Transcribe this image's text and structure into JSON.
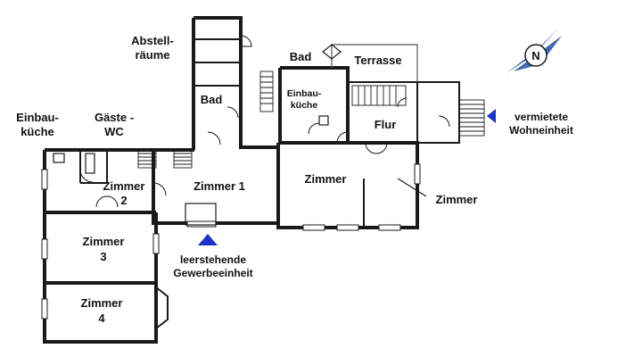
{
  "rooms": {
    "abstellraeume": [
      "Abstell-",
      "räume"
    ],
    "bad_left": "Bad",
    "bad_top": "Bad",
    "terrasse": "Terrasse",
    "einbaukueche_right": [
      "Einbau-",
      "küche"
    ],
    "einbaukueche_left": [
      "Einbau-",
      "küche"
    ],
    "gaeste_wc": [
      "Gäste -",
      "WC"
    ],
    "flur": "Flur",
    "zimmer_main": "Zimmer",
    "zimmer_1": "Zimmer 1",
    "zimmer_2": [
      "Zimmer",
      "2"
    ],
    "zimmer_3": [
      "Zimmer",
      "3"
    ],
    "zimmer_4": [
      "Zimmer",
      "4"
    ],
    "zimmer_right": "Zimmer"
  },
  "markers": {
    "vermietete": [
      "vermietete",
      "Wohneinheit"
    ],
    "leerstehende": [
      "leerstehende",
      "Gewerbeeinheit"
    ],
    "marker_color": "#1a33cc"
  },
  "compass": {
    "letter": "N",
    "icon": "compass-north-icon",
    "color": "#1d4fa8"
  }
}
